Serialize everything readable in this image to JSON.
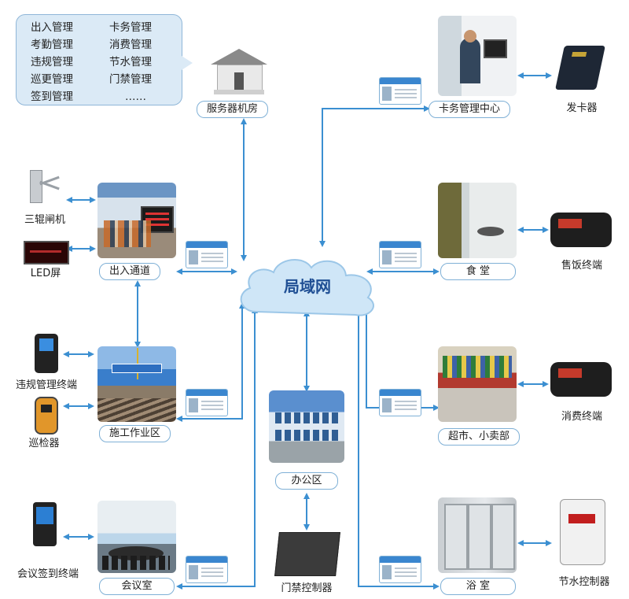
{
  "modules": {
    "items": [
      "出入管理",
      "卡务管理",
      "考勤管理",
      "消费管理",
      "违规管理",
      "节水管理",
      "巡更管理",
      "门禁管理",
      "签到管理",
      "……"
    ]
  },
  "center": {
    "label": "局域网"
  },
  "places": {
    "server": "服务器机房",
    "card_center": "卡务管理中心",
    "entrance": "出入通道",
    "canteen": "食  堂",
    "worksite": "施工作业区",
    "supermarket": "超市、小卖部",
    "office": "办公区",
    "meeting": "会议室",
    "bath": "浴  室"
  },
  "devices": {
    "card_issuer": "发卡器",
    "turnstile": "三辊闸机",
    "led": "LED屏",
    "meal_terminal": "售饭终端",
    "violation_terminal": "违规管理终端",
    "patrol": "巡检器",
    "pos_terminal": "消费终端",
    "meeting_terminal": "会议签到终端",
    "access_controller": "门禁控制器",
    "water_controller": "节水控制器"
  },
  "colors": {
    "arrow": "#3b8fd1",
    "label_border": "#7fb0d6",
    "bubble": "#dbeaf6",
    "cloud": "#cfe6f7"
  }
}
